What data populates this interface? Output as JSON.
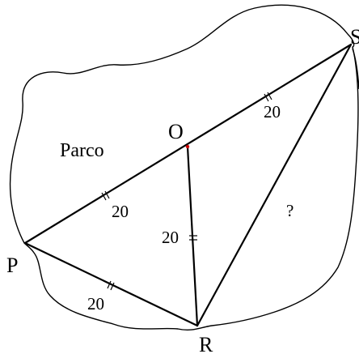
{
  "region_label": "Parco",
  "points": {
    "P": "P",
    "O": "O",
    "R": "R",
    "S": "S"
  },
  "segments": {
    "PO": "20",
    "OS": "20",
    "OR": "20",
    "PR": "20",
    "RS": "?"
  },
  "colors": {
    "ink": "#000000",
    "center_dot": "#cc0000",
    "background": "#ffffff"
  }
}
